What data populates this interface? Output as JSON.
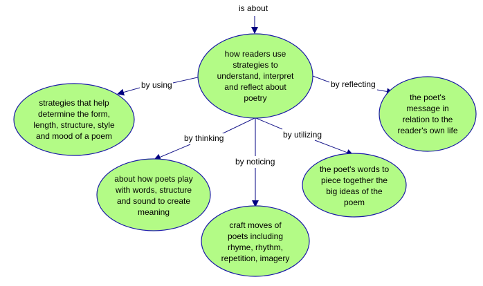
{
  "diagram": {
    "type": "concept-map",
    "colors": {
      "node_fill": "#b3fb86",
      "node_stroke": "#1a1aa6",
      "edge": "#1a1a8c",
      "arrow": "#000080",
      "edge_light": "#8080c0"
    },
    "top_label": "is about",
    "nodes": [
      {
        "id": "center",
        "text": "how readers use strategies to understand, interpret and reflect about poetry"
      },
      {
        "id": "strategies",
        "text": "strategies that help determine the form, length, structure, style and mood of a poem"
      },
      {
        "id": "message",
        "text": "the poet's message in relation to the reader's own life"
      },
      {
        "id": "play",
        "text": "about how poets play with words, structure and sound to create meaning"
      },
      {
        "id": "craft",
        "text": "craft moves of poets including rhyme, rhythm, repetition, imagery"
      },
      {
        "id": "words",
        "text": "the poet's words to piece together the big ideas of the poem"
      }
    ],
    "edges": [
      {
        "from": "center",
        "to": "strategies",
        "label": "by using"
      },
      {
        "from": "center",
        "to": "message",
        "label": "by reflecting"
      },
      {
        "from": "center",
        "to": "play",
        "label": "by thinking"
      },
      {
        "from": "center",
        "to": "craft",
        "label": "by noticing"
      },
      {
        "from": "center",
        "to": "words",
        "label": "by utilizing"
      }
    ]
  }
}
